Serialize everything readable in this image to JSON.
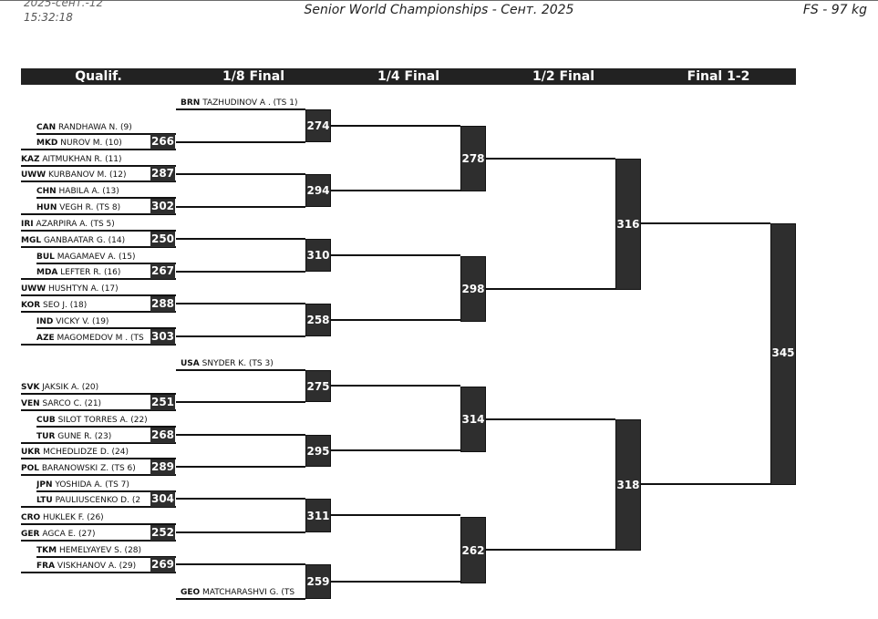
{
  "header": {
    "date": "2025-сент.-12",
    "time": "15:32:18",
    "title": "Senior World Championships - Сент. 2025",
    "category": "FS - 97 kg"
  },
  "columns": [
    "Qualif.",
    "1/8 Final",
    "1/4 Final",
    "1/2 Final",
    "Final 1-2"
  ],
  "bracket": {
    "entries": [
      {
        "nation": "BRN",
        "name": "TAZHUDINOV A . (TS 1)"
      },
      {
        "nation": "CAN",
        "name": "RANDHAWA N. (9)"
      },
      {
        "nation": "MKD",
        "name": "NUROV M. (10)",
        "points": "266"
      },
      {
        "nation": "KAZ",
        "name": "AITMUKHAN R. (11)"
      },
      {
        "nation": "UWW",
        "name": "KURBANOV M. (12)",
        "points": "287"
      },
      {
        "nation": "CHN",
        "name": "HABILA A. (13)"
      },
      {
        "nation": "HUN",
        "name": "VEGH R. (TS 8)",
        "points": "302"
      },
      {
        "nation": "IRI",
        "name": "AZARPIRA A. (TS 5)"
      },
      {
        "nation": "MGL",
        "name": "GANBAATAR G. (14)",
        "points": "250"
      },
      {
        "nation": "BUL",
        "name": "MAGAMAEV A. (15)"
      },
      {
        "nation": "MDA",
        "name": "LEFTER R. (16)",
        "points": "267"
      },
      {
        "nation": "UWW",
        "name": "HUSHTYN A. (17)"
      },
      {
        "nation": "KOR",
        "name": "SEO J. (18)",
        "points": "288"
      },
      {
        "nation": "IND",
        "name": "VICKY V. (19)"
      },
      {
        "nation": "AZE",
        "name": "MAGOMEDOV M . (TS",
        "points": "303"
      },
      {
        "nation": "USA",
        "name": "SNYDER K. (TS 3)"
      },
      {
        "nation": "SVK",
        "name": "JAKSIK A. (20)"
      },
      {
        "nation": "VEN",
        "name": "SARCO C. (21)",
        "points": "251"
      },
      {
        "nation": "CUB",
        "name": "SILOT TORRES A. (22)"
      },
      {
        "nation": "TUR",
        "name": "GUNE R. (23)",
        "points": "268"
      },
      {
        "nation": "UKR",
        "name": "MCHEDLIDZE D. (24)"
      },
      {
        "nation": "POL",
        "name": "BARANOWSKI Z. (TS 6)",
        "points": "289"
      },
      {
        "nation": "JPN",
        "name": "YOSHIDA A. (TS 7)"
      },
      {
        "nation": "LTU",
        "name": "PAULIUSCENKO D. (2",
        "points": "304"
      },
      {
        "nation": "CRO",
        "name": "HUKLEK F. (26)"
      },
      {
        "nation": "GER",
        "name": "AGCA E. (27)",
        "points": "252"
      },
      {
        "nation": "TKM",
        "name": "HEMELYAYEV S. (28)"
      },
      {
        "nation": "FRA",
        "name": "VISKHANOV A. (29)",
        "points": "269"
      },
      {
        "nation": "GEO",
        "name": "MATCHARASHVI G. (TS"
      }
    ],
    "round16_bouts": [
      "274",
      "294",
      "310",
      "258",
      "275",
      "295",
      "311",
      "259"
    ],
    "quarter_bouts": [
      "278",
      "298",
      "314",
      "262"
    ],
    "semi_bouts": [
      "316",
      "318"
    ],
    "final_bout": "345"
  }
}
